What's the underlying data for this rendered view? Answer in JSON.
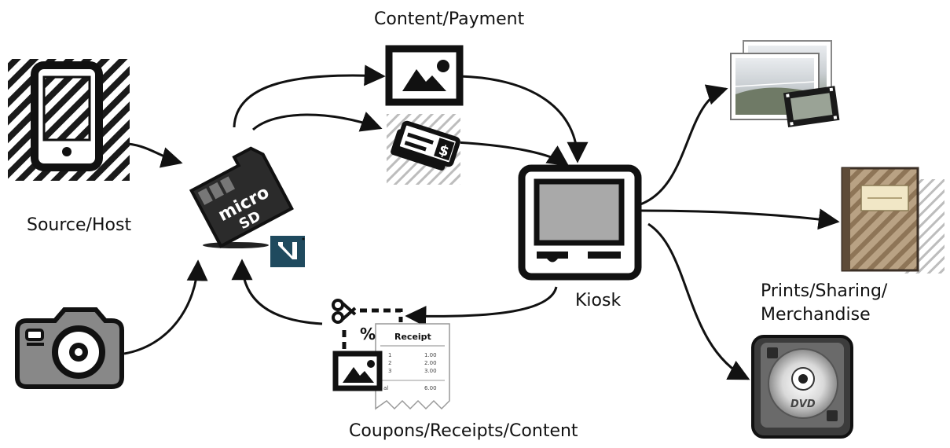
{
  "labels": {
    "source_host": "Source/Host",
    "content_payment": "Content/Payment",
    "kiosk": "Kiosk",
    "prints_line1": "Prints/Sharing/",
    "prints_line2": "Merchandise",
    "coupons": "Coupons/Receipts/Content"
  },
  "sd_card": {
    "line1": "micro",
    "line2": "SD"
  },
  "check_symbol": "$",
  "coupon_percent": "%",
  "receipt": {
    "title": "Receipt",
    "rows": [
      {
        "item": "1",
        "price": "1.00"
      },
      {
        "item": "2",
        "price": "2.00"
      },
      {
        "item": "3",
        "price": "3.00"
      }
    ],
    "total_label": "al",
    "total_value": "6.00"
  },
  "dvd_label": "DVD",
  "colors": {
    "nfc_badge": "#1f4a5e",
    "ink": "#111111",
    "screen_gray": "#a9a9a9",
    "book_brown": "#9b8060"
  }
}
